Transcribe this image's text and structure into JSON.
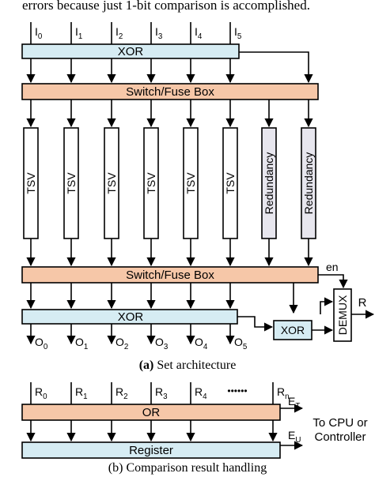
{
  "header_text": "errors because just 1-bit comparison is accomplished.",
  "top_inputs": [
    {
      "base": "I",
      "sub": "0"
    },
    {
      "base": "I",
      "sub": "1"
    },
    {
      "base": "I",
      "sub": "2"
    },
    {
      "base": "I",
      "sub": "3"
    },
    {
      "base": "I",
      "sub": "4"
    },
    {
      "base": "I",
      "sub": "5"
    }
  ],
  "xor_top_label": "XOR",
  "switch_top_label": "Switch/Fuse Box",
  "columns": [
    "TSV",
    "TSV",
    "TSV",
    "TSV",
    "TSV",
    "TSV",
    "Redundancy",
    "Redundancy"
  ],
  "switch_bottom_label": "Switch/Fuse Box",
  "en_label": "en",
  "xor_bottom_label": "XOR",
  "xor_small_label": "XOR",
  "demux_label": "DEMUX",
  "r_output_label": "R",
  "outputs": [
    {
      "base": "O",
      "sub": "0"
    },
    {
      "base": "O",
      "sub": "1"
    },
    {
      "base": "O",
      "sub": "2"
    },
    {
      "base": "O",
      "sub": "3"
    },
    {
      "base": "O",
      "sub": "4"
    },
    {
      "base": "O",
      "sub": "5"
    }
  ],
  "caption_a_tag": "(a)",
  "caption_a_text": "Set architecture",
  "r_inputs": [
    {
      "base": "R",
      "sub": "0"
    },
    {
      "base": "R",
      "sub": "1"
    },
    {
      "base": "R",
      "sub": "2"
    },
    {
      "base": "R",
      "sub": "3"
    },
    {
      "base": "R",
      "sub": "4"
    },
    {
      "base": "R",
      "sub": "n"
    }
  ],
  "r_dots": "••••••",
  "or_label": "OR",
  "et": {
    "base": "E",
    "sub": "T"
  },
  "eu": {
    "base": "E",
    "sub": "U"
  },
  "to_cpu_line1": "To CPU or",
  "to_cpu_line2": "Controller",
  "register_label": "Register",
  "caption_b": "(b) Comparison result handling",
  "colors": {
    "xor_fill": "#d6ecf3",
    "switch_fill": "#f6c7a8",
    "tsv_fill": "#ffffff",
    "redundancy_fill": "#e7e6ee",
    "stroke": "#000000"
  }
}
